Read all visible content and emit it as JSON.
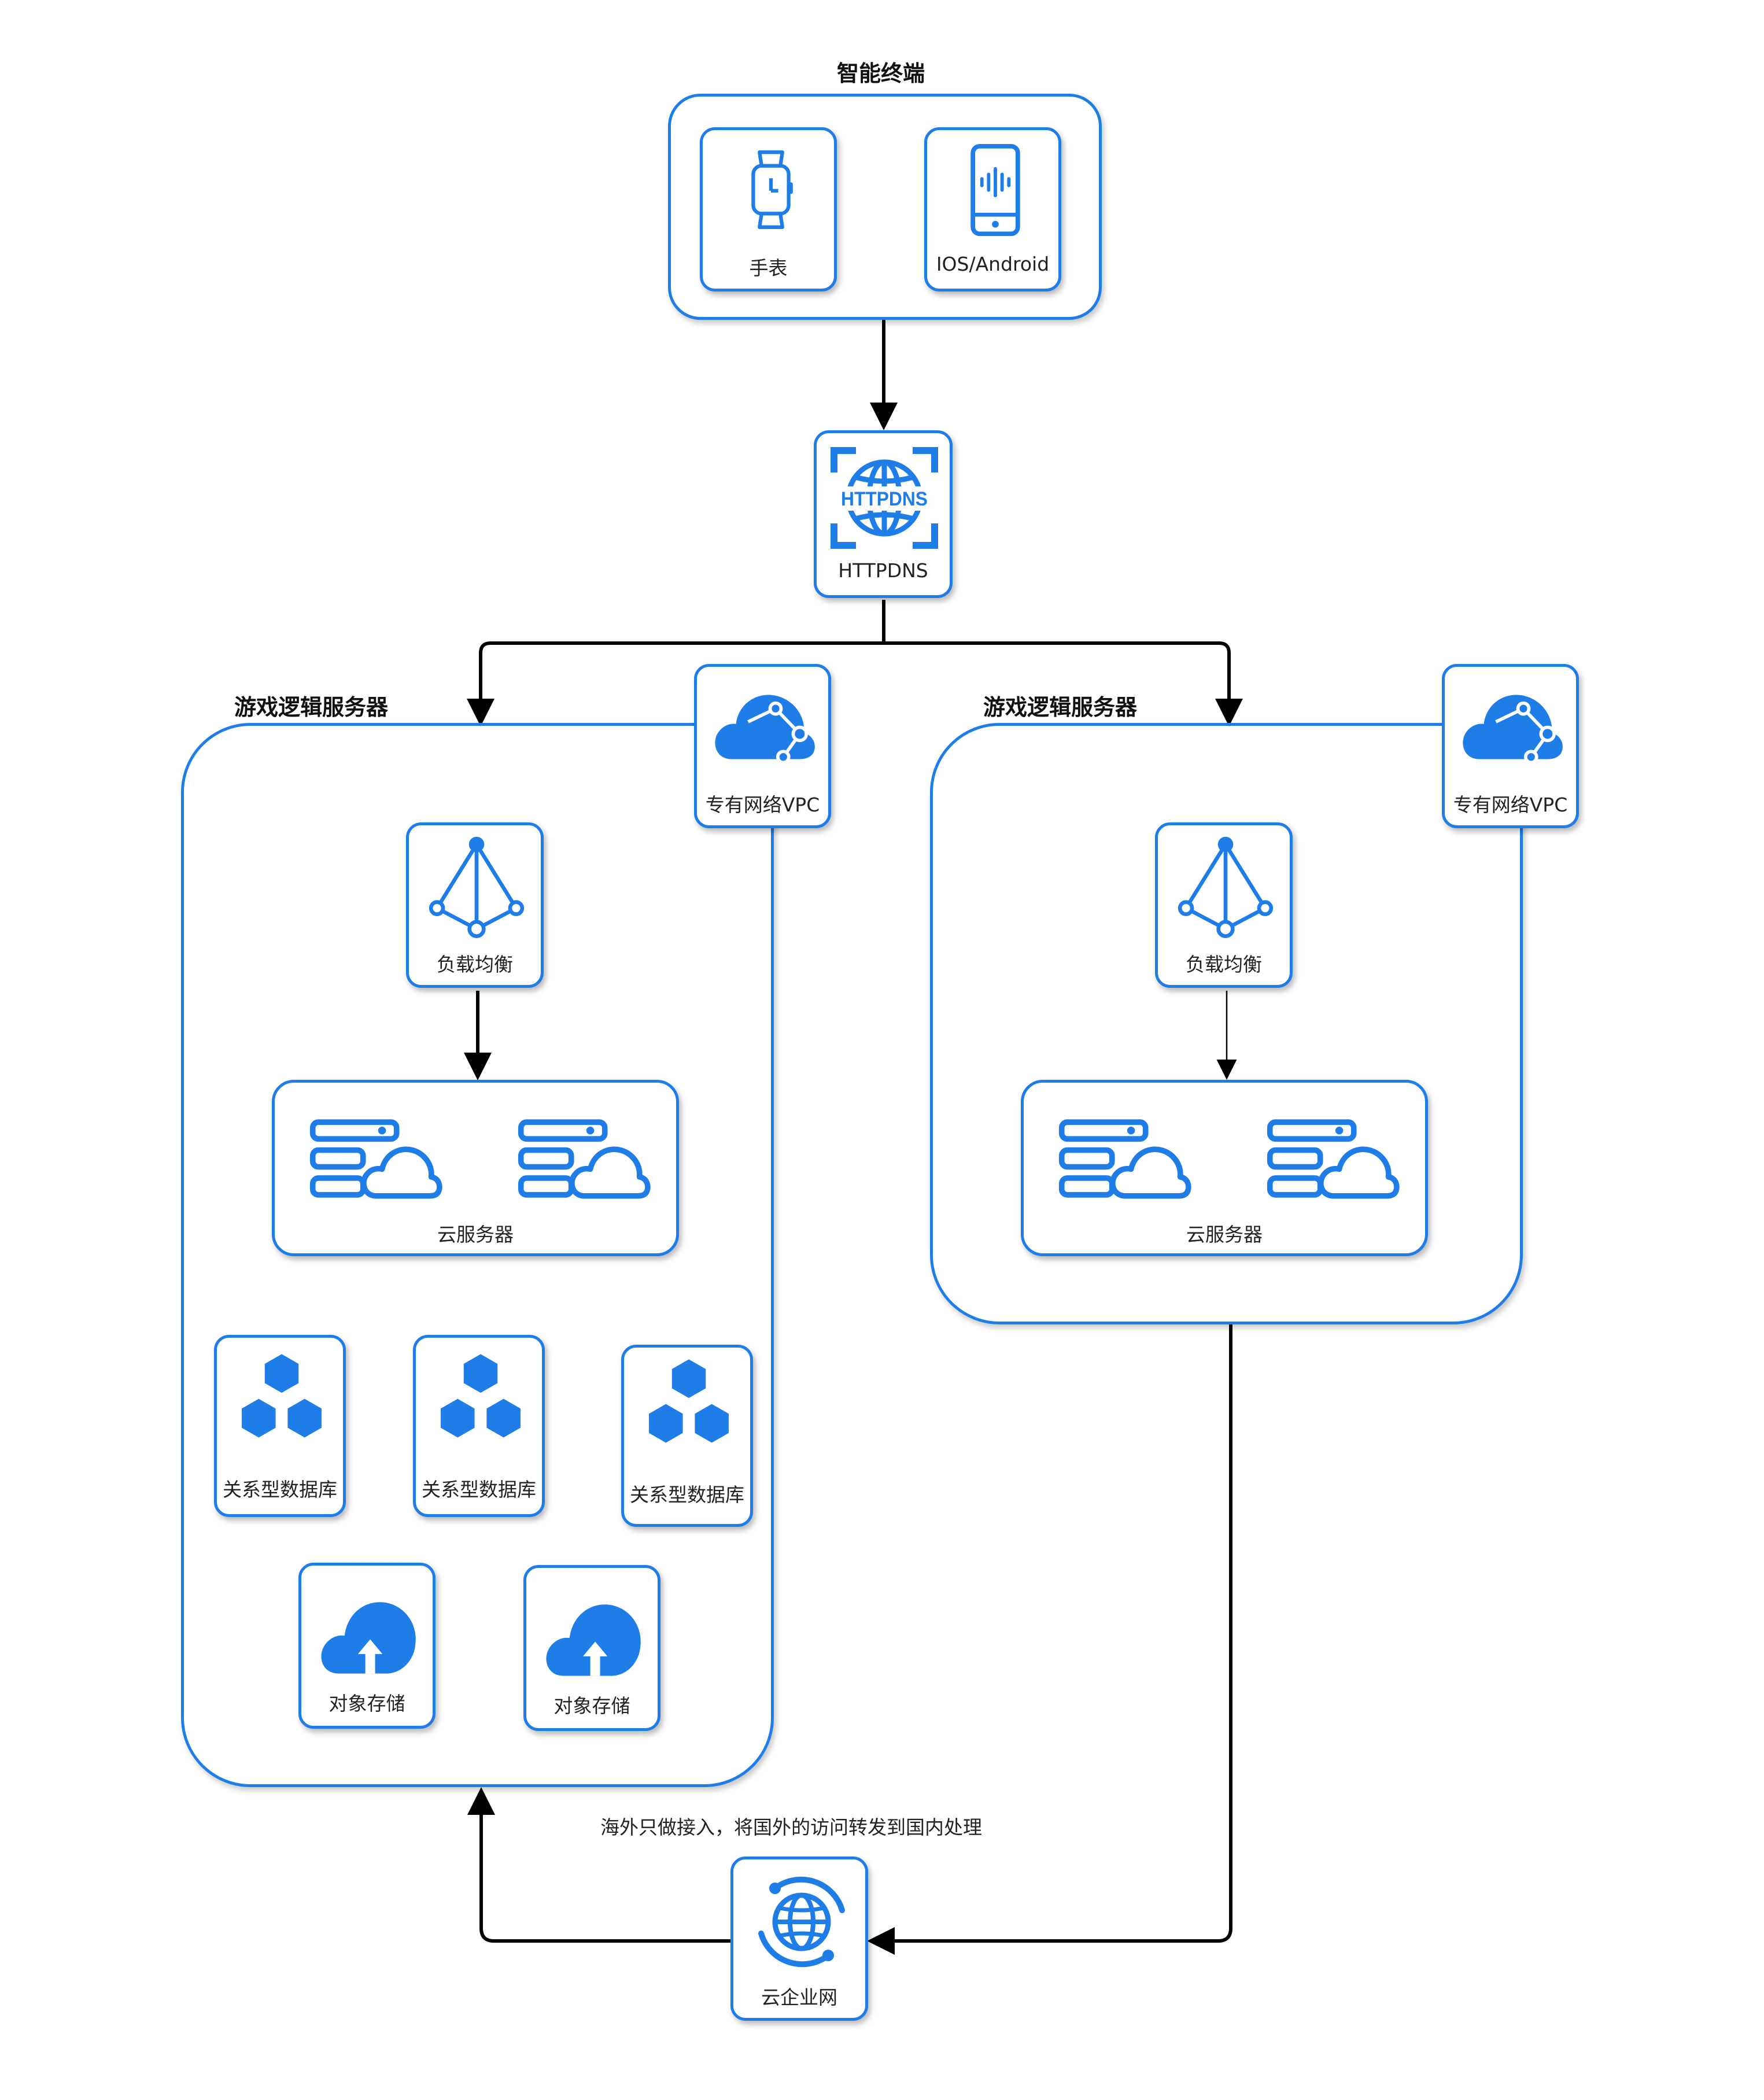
{
  "colors": {
    "accent": "#1f7de8",
    "connector": "#000000"
  },
  "terminal": {
    "title": "智能终端",
    "watch": {
      "label": "手表",
      "icon": "smartwatch-icon"
    },
    "phone": {
      "label": "IOS/Android",
      "icon": "smartphone-icon"
    }
  },
  "httpdns": {
    "label": "HTTPDNS",
    "icon_text": "HTTPDNS",
    "icon": "httpdns-icon"
  },
  "left": {
    "title": "游戏逻辑服务器",
    "vpc": {
      "label": "专有网络VPC",
      "icon": "vpc-cloud-icon"
    },
    "slb": {
      "label": "负载均衡",
      "icon": "load-balancer-icon"
    },
    "ecs": {
      "label": "云服务器",
      "icon": "cloud-server-icon"
    },
    "rds": [
      {
        "label": "关系型数据库",
        "icon": "database-icon"
      },
      {
        "label": "关系型数据库",
        "icon": "database-icon"
      },
      {
        "label": "关系型数据库",
        "icon": "database-icon"
      }
    ],
    "oss": [
      {
        "label": "对象存储",
        "icon": "object-storage-icon"
      },
      {
        "label": "对象存储",
        "icon": "object-storage-icon"
      }
    ]
  },
  "right": {
    "title": "游戏逻辑服务器",
    "vpc": {
      "label": "专有网络VPC",
      "icon": "vpc-cloud-icon"
    },
    "slb": {
      "label": "负载均衡",
      "icon": "load-balancer-icon"
    },
    "ecs": {
      "label": "云服务器",
      "icon": "cloud-server-icon"
    }
  },
  "cen": {
    "label": "云企业网",
    "icon": "globe-network-icon"
  },
  "note": "海外只做接入，将国外的访问转发到国内处理"
}
